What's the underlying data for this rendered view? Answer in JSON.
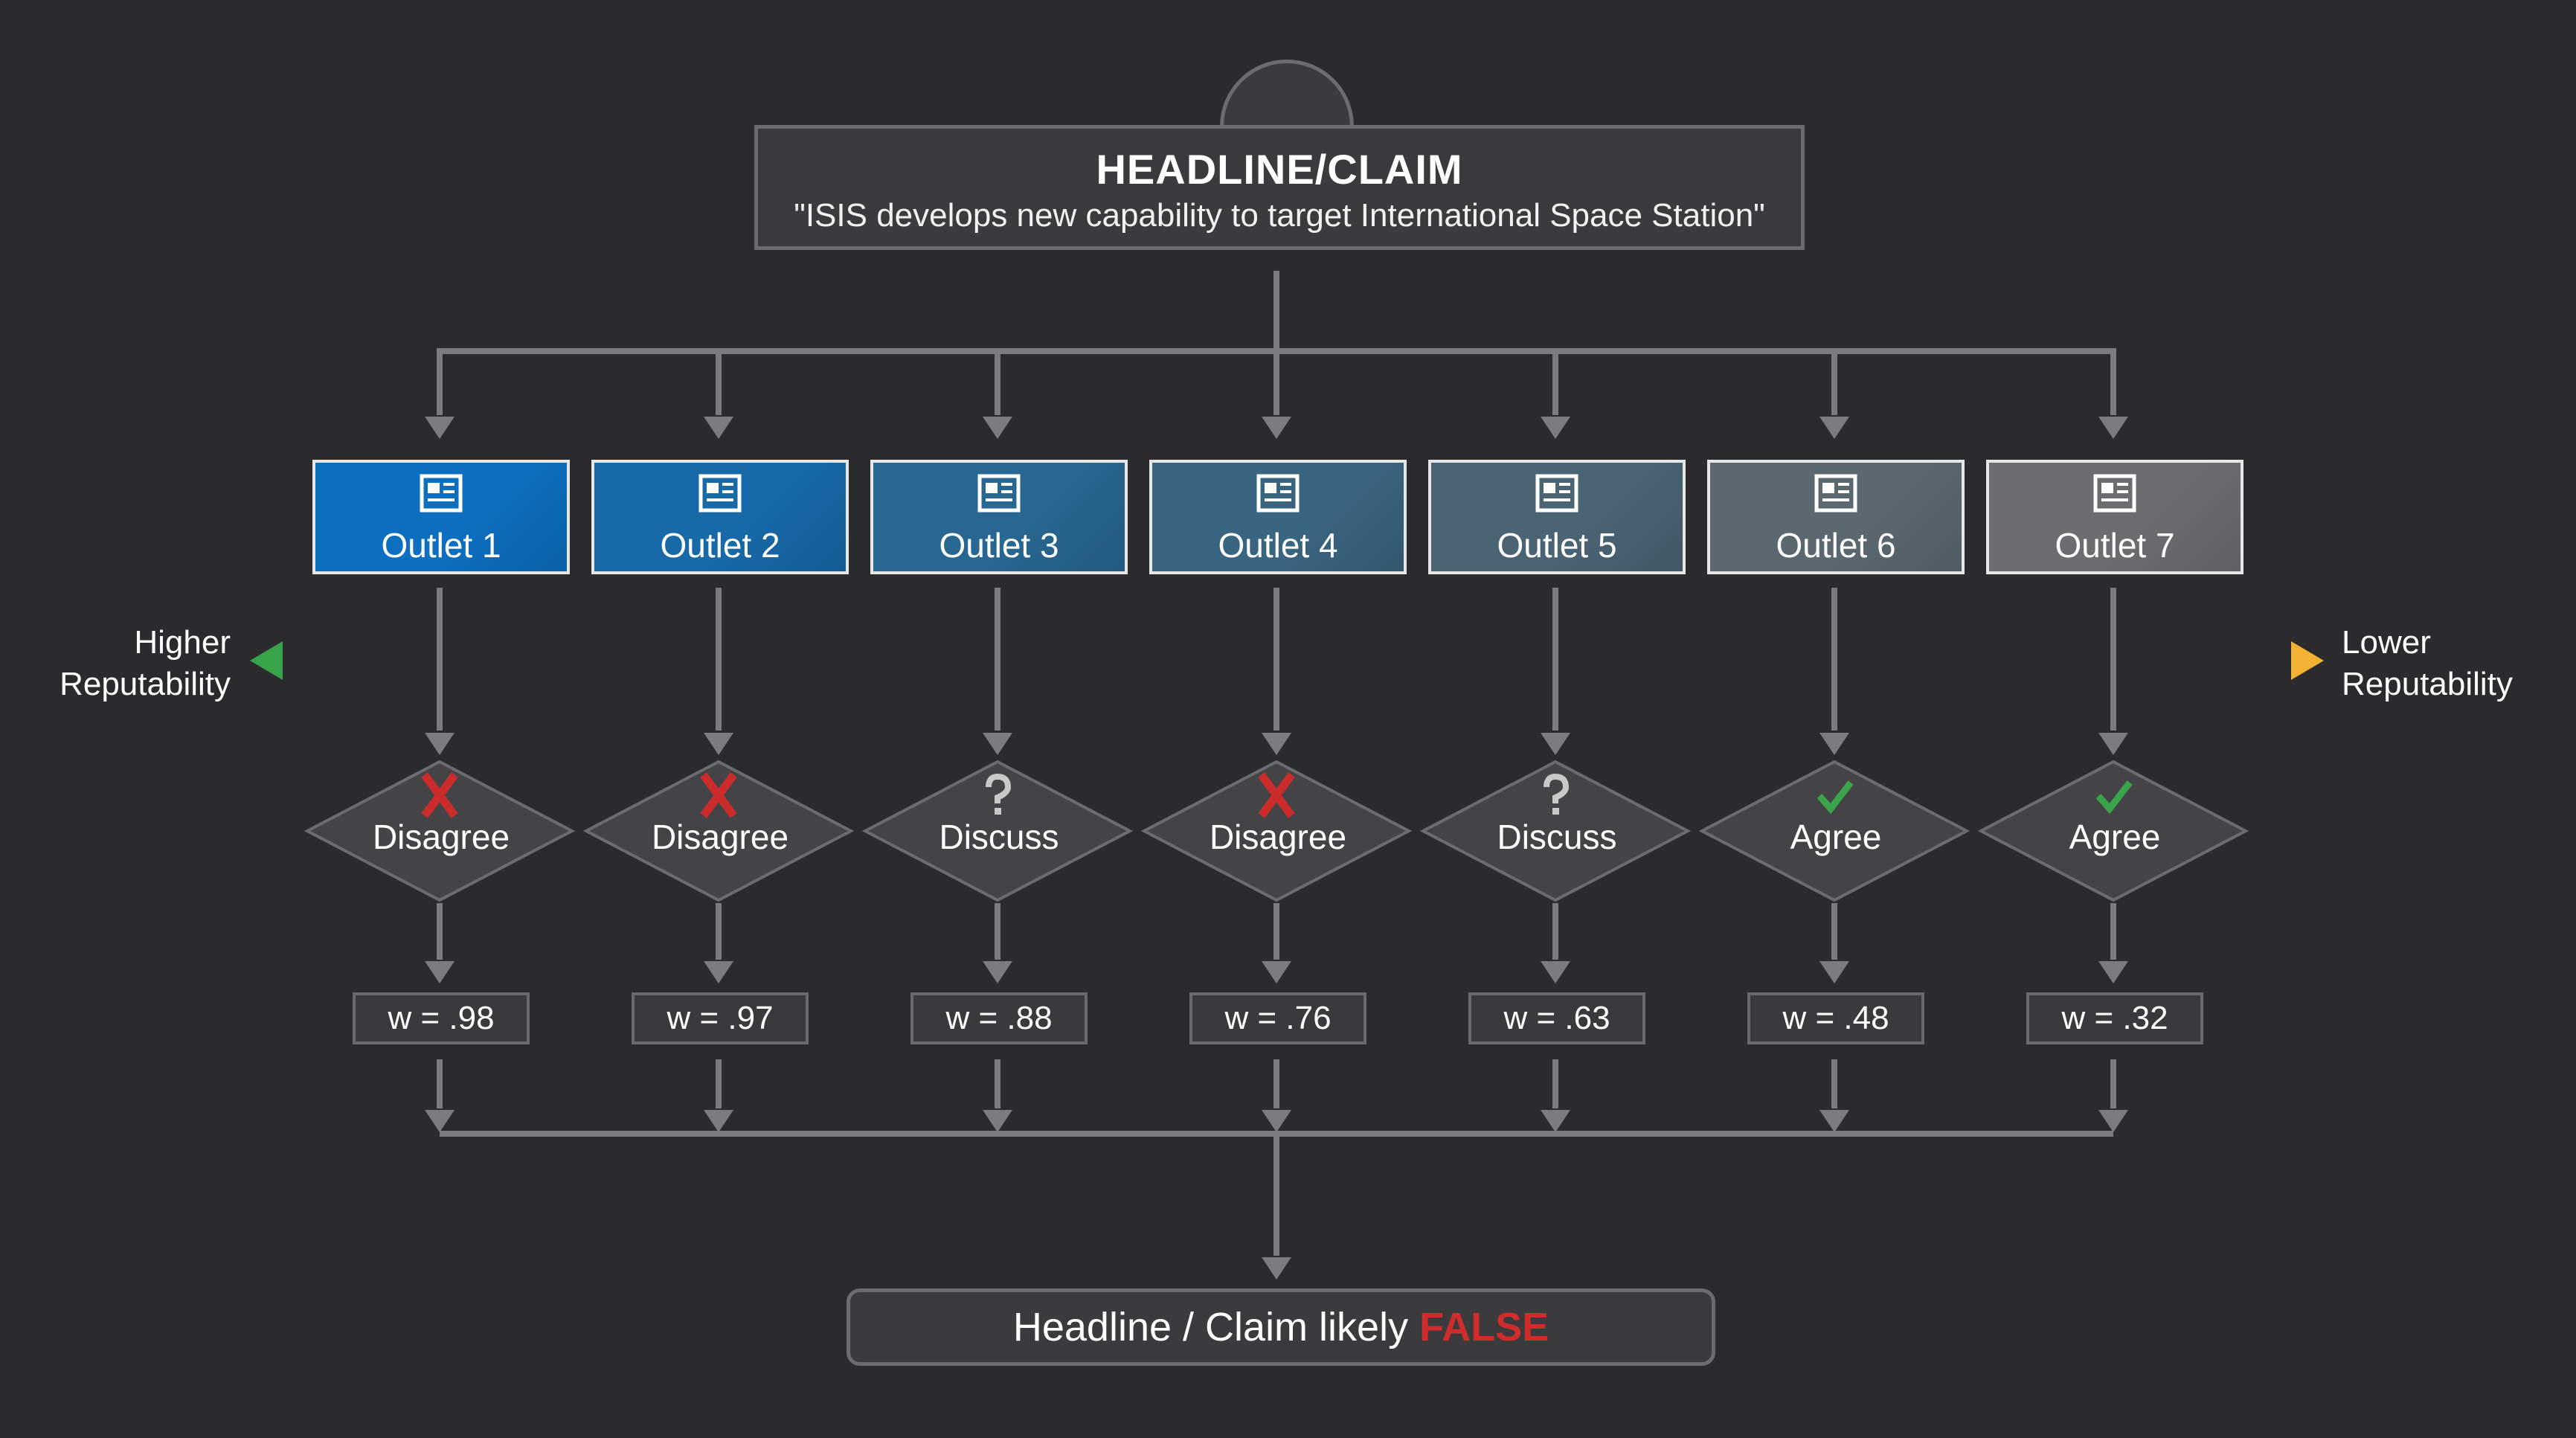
{
  "headline": {
    "title": "HEADLINE/CLAIM",
    "claim": "\"ISIS develops new capability to target International Space Station\"",
    "icon": "megaphone-icon",
    "icon_color": "#f0962a"
  },
  "reputability": {
    "higher_line1": "Higher",
    "higher_line2": "Reputability",
    "lower_line1": "Lower",
    "lower_line2": "Reputability",
    "higher_color": "#3aa44a",
    "lower_color": "#f2b233"
  },
  "outlets": [
    {
      "label": "Outlet 1",
      "stance": "Disagree",
      "stance_icon": "x-icon",
      "weight": "w = .98",
      "color": "#0c6fbf"
    },
    {
      "label": "Outlet 2",
      "stance": "Disagree",
      "stance_icon": "x-icon",
      "weight": "w = .97",
      "color": "#1769a8"
    },
    {
      "label": "Outlet 3",
      "stance": "Discuss",
      "stance_icon": "question-icon",
      "weight": "w = .88",
      "color": "#286791"
    },
    {
      "label": "Outlet 4",
      "stance": "Disagree",
      "stance_icon": "x-icon",
      "weight": "w = .76",
      "color": "#3a6580"
    },
    {
      "label": "Outlet 5",
      "stance": "Discuss",
      "stance_icon": "question-icon",
      "weight": "w = .63",
      "color": "#4a6474"
    },
    {
      "label": "Outlet 6",
      "stance": "Agree",
      "stance_icon": "check-icon",
      "weight": "w = .48",
      "color": "#5b6870"
    },
    {
      "label": "Outlet 7",
      "stance": "Agree",
      "stance_icon": "check-icon",
      "weight": "w = .32",
      "color": "#6b6d6f"
    }
  ],
  "conclusion": {
    "prefix": "Headline / Claim likely ",
    "verdict": "FALSE",
    "verdict_color": "#d02c2c"
  },
  "colors": {
    "background": "#2b2b2d",
    "connector": "#7a7c80",
    "x_mark": "#cc2b2b",
    "check_mark": "#3aa44a",
    "question_mark": "#c9c9c9"
  }
}
